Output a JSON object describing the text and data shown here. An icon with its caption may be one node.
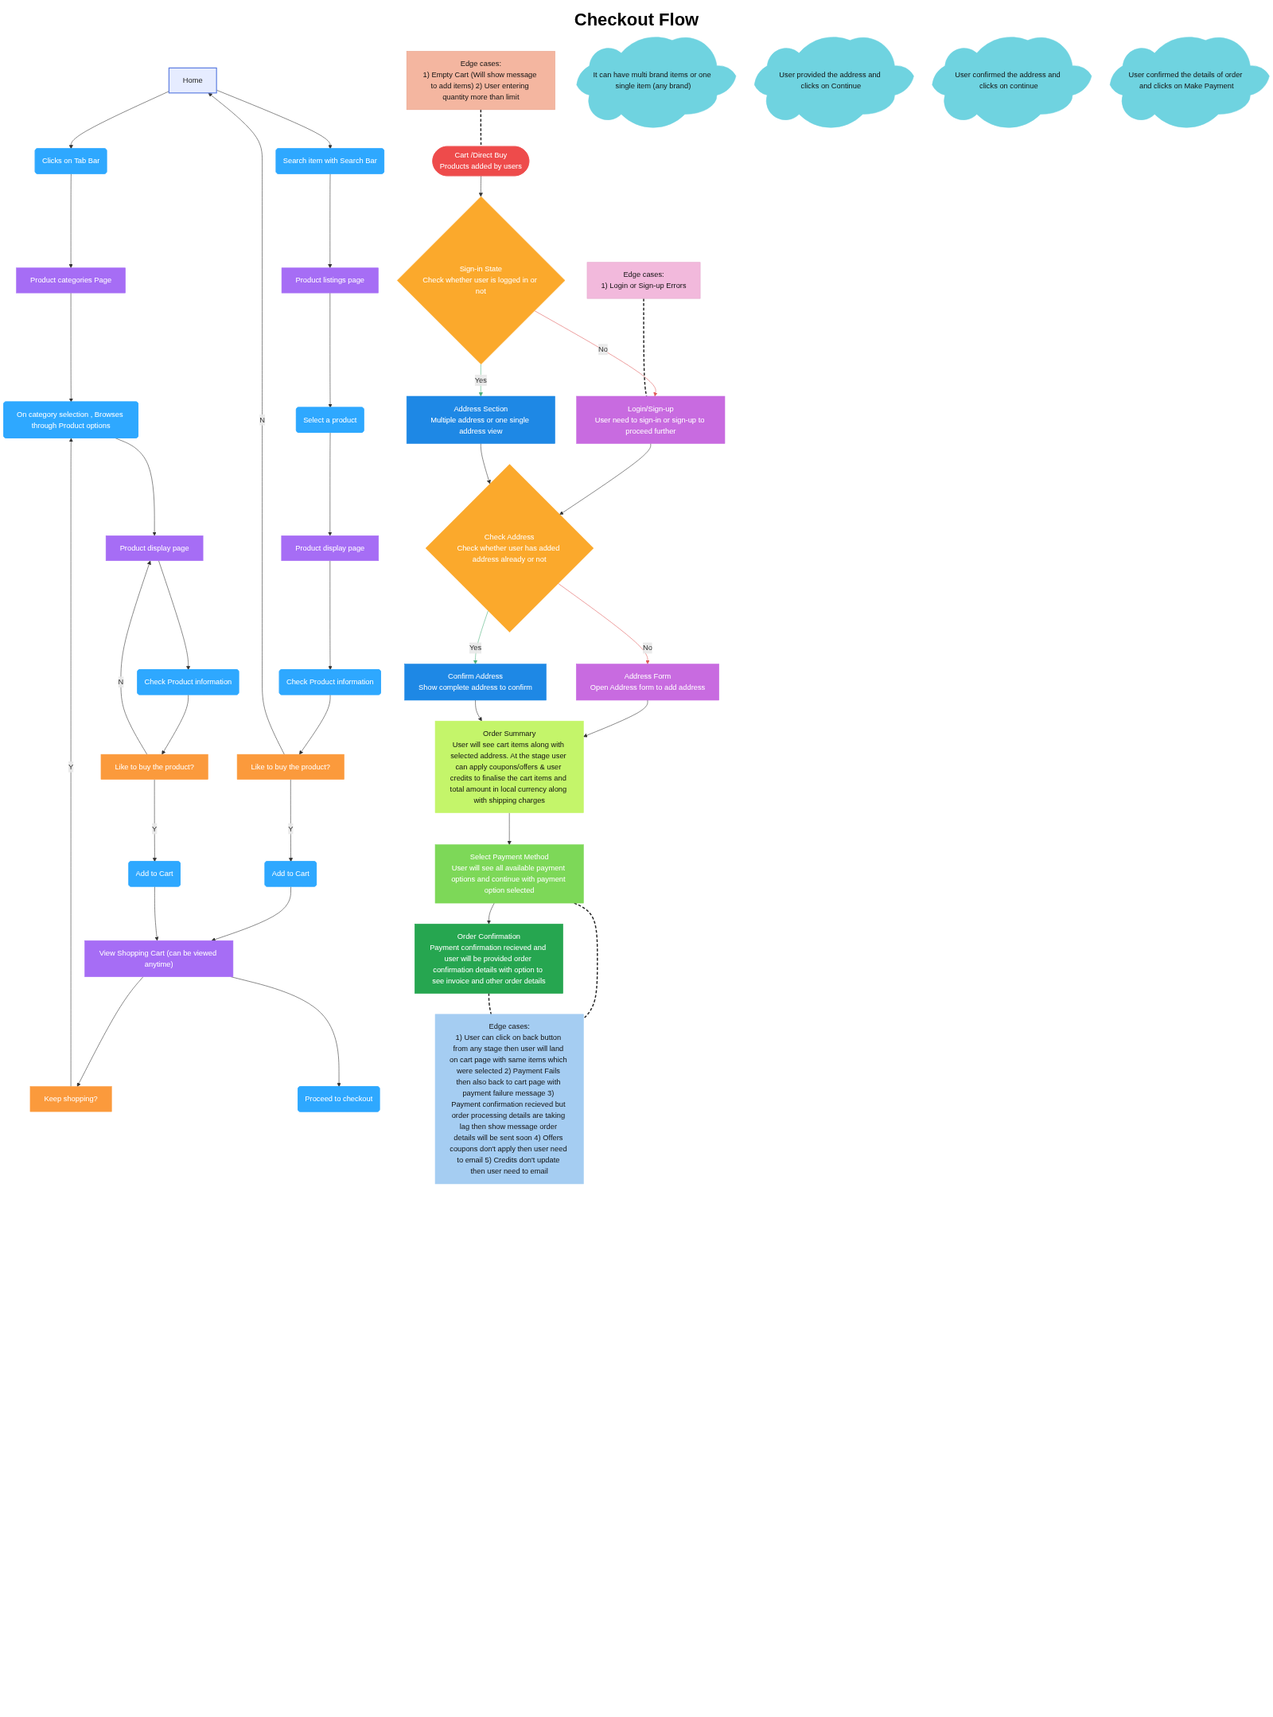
{
  "diagram": {
    "title": "Checkout Flow",
    "nodes": [
      {
        "text": [
          "Home"
        ]
      },
      {
        "text": [
          "Clicks on Tab Bar"
        ]
      },
      {
        "text": [
          "Search item with Search Bar"
        ]
      },
      {
        "text": [
          "Product categories Page"
        ]
      },
      {
        "text": [
          "Product listings page"
        ]
      },
      {
        "text": [
          "Select a product"
        ]
      },
      {
        "text": [
          "Product display page"
        ]
      },
      {
        "text": [
          "Check Product information"
        ]
      },
      {
        "text": [
          "On category selection , Browses through Product options"
        ]
      },
      {
        "text": [
          "Like to buy the product?"
        ]
      },
      {
        "text": [
          "Product display page"
        ]
      },
      {
        "text": [
          "Keep shopping?"
        ]
      },
      {
        "text": [
          "Add to Cart"
        ]
      },
      {
        "text": [
          "Check Product information"
        ]
      },
      {
        "text": [
          "Like to buy the product?"
        ]
      },
      {
        "text": [
          "Add to Cart"
        ]
      },
      {
        "text": [
          "View Shopping Cart (can be viewed anytime)"
        ]
      },
      {
        "text": [
          "Proceed to checkout"
        ]
      },
      {
        "text": [
          "Edge cases:",
          "1) Empty Cart (Will show message to add items) 2) User entering quantity more than limit"
        ]
      },
      {
        "text": [
          "Cart /Direct Buy",
          "Products added by users"
        ]
      },
      {
        "text": [
          "It can have multi brand items or one single item (any brand)"
        ]
      },
      {
        "text": [
          "Edge cases:",
          "1) Login or Sign-up Errors"
        ]
      },
      {
        "text": [
          "Login/Sign-up",
          "User need to sign-in or sign-up to proceed further"
        ]
      },
      {
        "text": [
          "Sign-in State",
          "Check whether user is logged in or not"
        ]
      },
      {
        "text": [
          "Address Section",
          "Multiple address or one single address view"
        ]
      },
      {
        "text": [
          "Address Form",
          "Open Address form to add address"
        ]
      },
      {
        "text": [
          "Check Address",
          "Check whether user has added address already or not"
        ]
      },
      {
        "text": [
          "Confirm Address",
          "Show complete address to confirm"
        ]
      },
      {
        "text": [
          "User provided the address and clicks on Continue"
        ]
      },
      {
        "text": [
          "Order Summary",
          "User will see cart items along with selected address. At the stage user can apply coupons/offers & user credits to finalise the cart items and total amount in local currency along with shipping charges"
        ]
      },
      {
        "text": [
          "User confirmed the address and clicks on continue"
        ]
      },
      {
        "text": [
          "User confirmed the details of order and clicks on Make Payment"
        ]
      },
      {
        "text": [
          "Select Payment Method",
          "User will see all available payment options and continue with payment option selected"
        ]
      },
      {
        "text": [
          "Edge cases:",
          "1) User can click on back button from any stage then user will land on cart page with same items which were selected 2) Payment Fails then also back to cart page with payment failure message 3) Payment confirmation recieved but order processing details are taking lag then show message order details will be sent soon 4) Offers coupons don't apply then user need to email 5) Credits don't update then user need to email"
        ]
      },
      {
        "text": [
          "Order Confirmation",
          "Payment confirmation recieved and user will be provided order confirmation details with option to see invoice and other order details"
        ]
      }
    ],
    "edges": [
      {
        "from": 0,
        "to": 1,
        "arrow": "to"
      },
      {
        "from": 0,
        "to": 2,
        "arrow": "to"
      },
      {
        "from": 1,
        "to": 3,
        "arrow": "to"
      },
      {
        "from": 2,
        "to": 4,
        "arrow": "to"
      },
      {
        "from": 4,
        "to": 5,
        "arrow": "to"
      },
      {
        "from": 5,
        "to": 6,
        "arrow": "to"
      },
      {
        "from": 6,
        "to": 7,
        "arrow": "to"
      },
      {
        "from": 7,
        "to": 9,
        "arrow": "to"
      },
      {
        "from": 9,
        "to": 0,
        "arrow": "to",
        "label": "N"
      },
      {
        "from": 9,
        "to": 12,
        "arrow": "to",
        "label": "Y"
      },
      {
        "from": 12,
        "to": 16,
        "arrow": "to"
      },
      {
        "from": 3,
        "to": 8,
        "arrow": "to"
      },
      {
        "from": 8,
        "to": 10,
        "arrow": "to"
      },
      {
        "from": 10,
        "to": 13,
        "arrow": "to"
      },
      {
        "from": 13,
        "to": 14,
        "arrow": "to"
      },
      {
        "from": 14,
        "to": 10,
        "arrow": "to",
        "label": "N"
      },
      {
        "from": 14,
        "to": 15,
        "arrow": "to",
        "label": "Y"
      },
      {
        "from": 15,
        "to": 16,
        "arrow": "to"
      },
      {
        "from": 16,
        "to": 11,
        "arrow": "to"
      },
      {
        "from": 11,
        "to": 8,
        "arrow": "to",
        "label": "Y"
      },
      {
        "from": 16,
        "to": 17,
        "arrow": "to"
      },
      {
        "from": 18,
        "to": 19,
        "arrow": "none",
        "style": "dashed"
      },
      {
        "from": 19,
        "to": 23,
        "arrow": "to"
      },
      {
        "from": 23,
        "to": 22,
        "arrow": "to",
        "label": "No",
        "color": "#e05a5a"
      },
      {
        "from": 23,
        "to": 24,
        "arrow": "to",
        "label": "Yes",
        "color": "#4caf7a"
      },
      {
        "from": 21,
        "to": 22,
        "arrow": "none",
        "style": "dashed"
      },
      {
        "from": 22,
        "to": 26,
        "arrow": "to"
      },
      {
        "from": 24,
        "to": 26,
        "arrow": "to"
      },
      {
        "from": 26,
        "to": 25,
        "arrow": "to",
        "label": "No",
        "color": "#e05a5a"
      },
      {
        "from": 26,
        "to": 27,
        "arrow": "to",
        "label": "Yes",
        "color": "#4caf7a"
      },
      {
        "from": 25,
        "to": 29,
        "arrow": "to"
      },
      {
        "from": 27,
        "to": 29,
        "arrow": "to"
      },
      {
        "from": 29,
        "to": 32,
        "arrow": "to"
      },
      {
        "from": 32,
        "to": 33,
        "arrow": "none",
        "style": "dashed"
      },
      {
        "from": 32,
        "to": 34,
        "arrow": "to"
      },
      {
        "from": 34,
        "to": 33,
        "arrow": "none",
        "style": "dashed"
      }
    ]
  }
}
